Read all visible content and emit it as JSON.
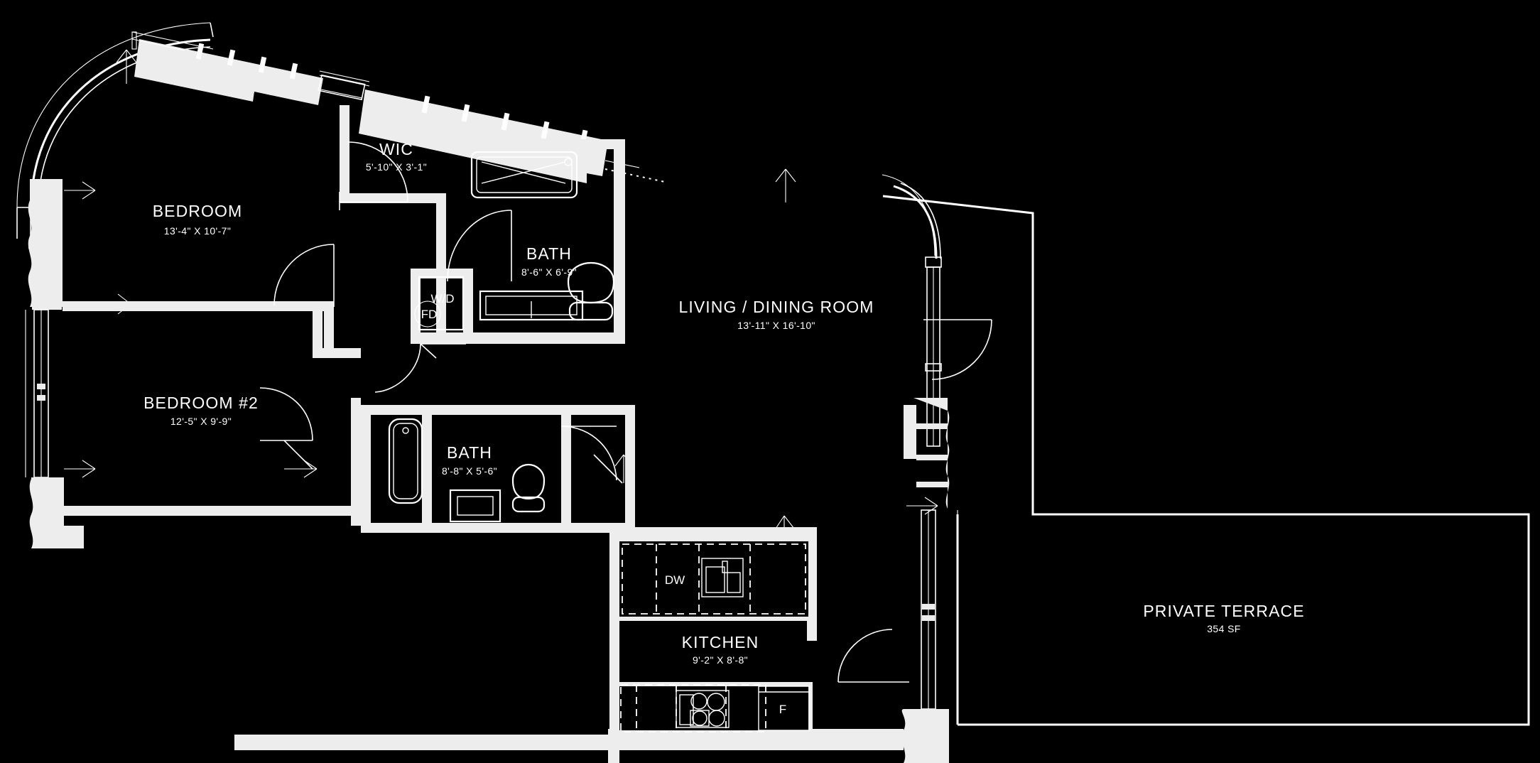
{
  "plan": {
    "type": "residential-floor-plan",
    "background_color": "#000000",
    "wall_color": "#ededed",
    "line_color": "#ffffff",
    "rooms": [
      {
        "id": "bedroom",
        "name": "BEDROOM",
        "dimensions": "13'-4\" X 10'-7\""
      },
      {
        "id": "wic",
        "name": "WIC",
        "dimensions": "5'-10\" X 3'-1\""
      },
      {
        "id": "bath1",
        "name": "BATH",
        "dimensions": "8'-6\" X 6'-9\""
      },
      {
        "id": "living",
        "name": "LIVING / DINING ROOM",
        "dimensions": "13'-11\" X 16'-10\""
      },
      {
        "id": "bedroom2",
        "name": "BEDROOM #2",
        "dimensions": "12'-5\" X 9'-9\""
      },
      {
        "id": "bath2",
        "name": "BATH",
        "dimensions": "8'-8\" X 5'-6\""
      },
      {
        "id": "kitchen",
        "name": "KITCHEN",
        "dimensions": "9'-2\" X 8'-8\""
      },
      {
        "id": "terrace",
        "name": "PRIVATE TERRACE",
        "dimensions": "354 SF"
      }
    ],
    "appliances": [
      {
        "id": "washer-dryer",
        "label": "W/D"
      },
      {
        "id": "floor-drain",
        "label": "FD"
      },
      {
        "id": "dishwasher",
        "label": "DW"
      },
      {
        "id": "refrigerator",
        "label": "F"
      }
    ]
  }
}
